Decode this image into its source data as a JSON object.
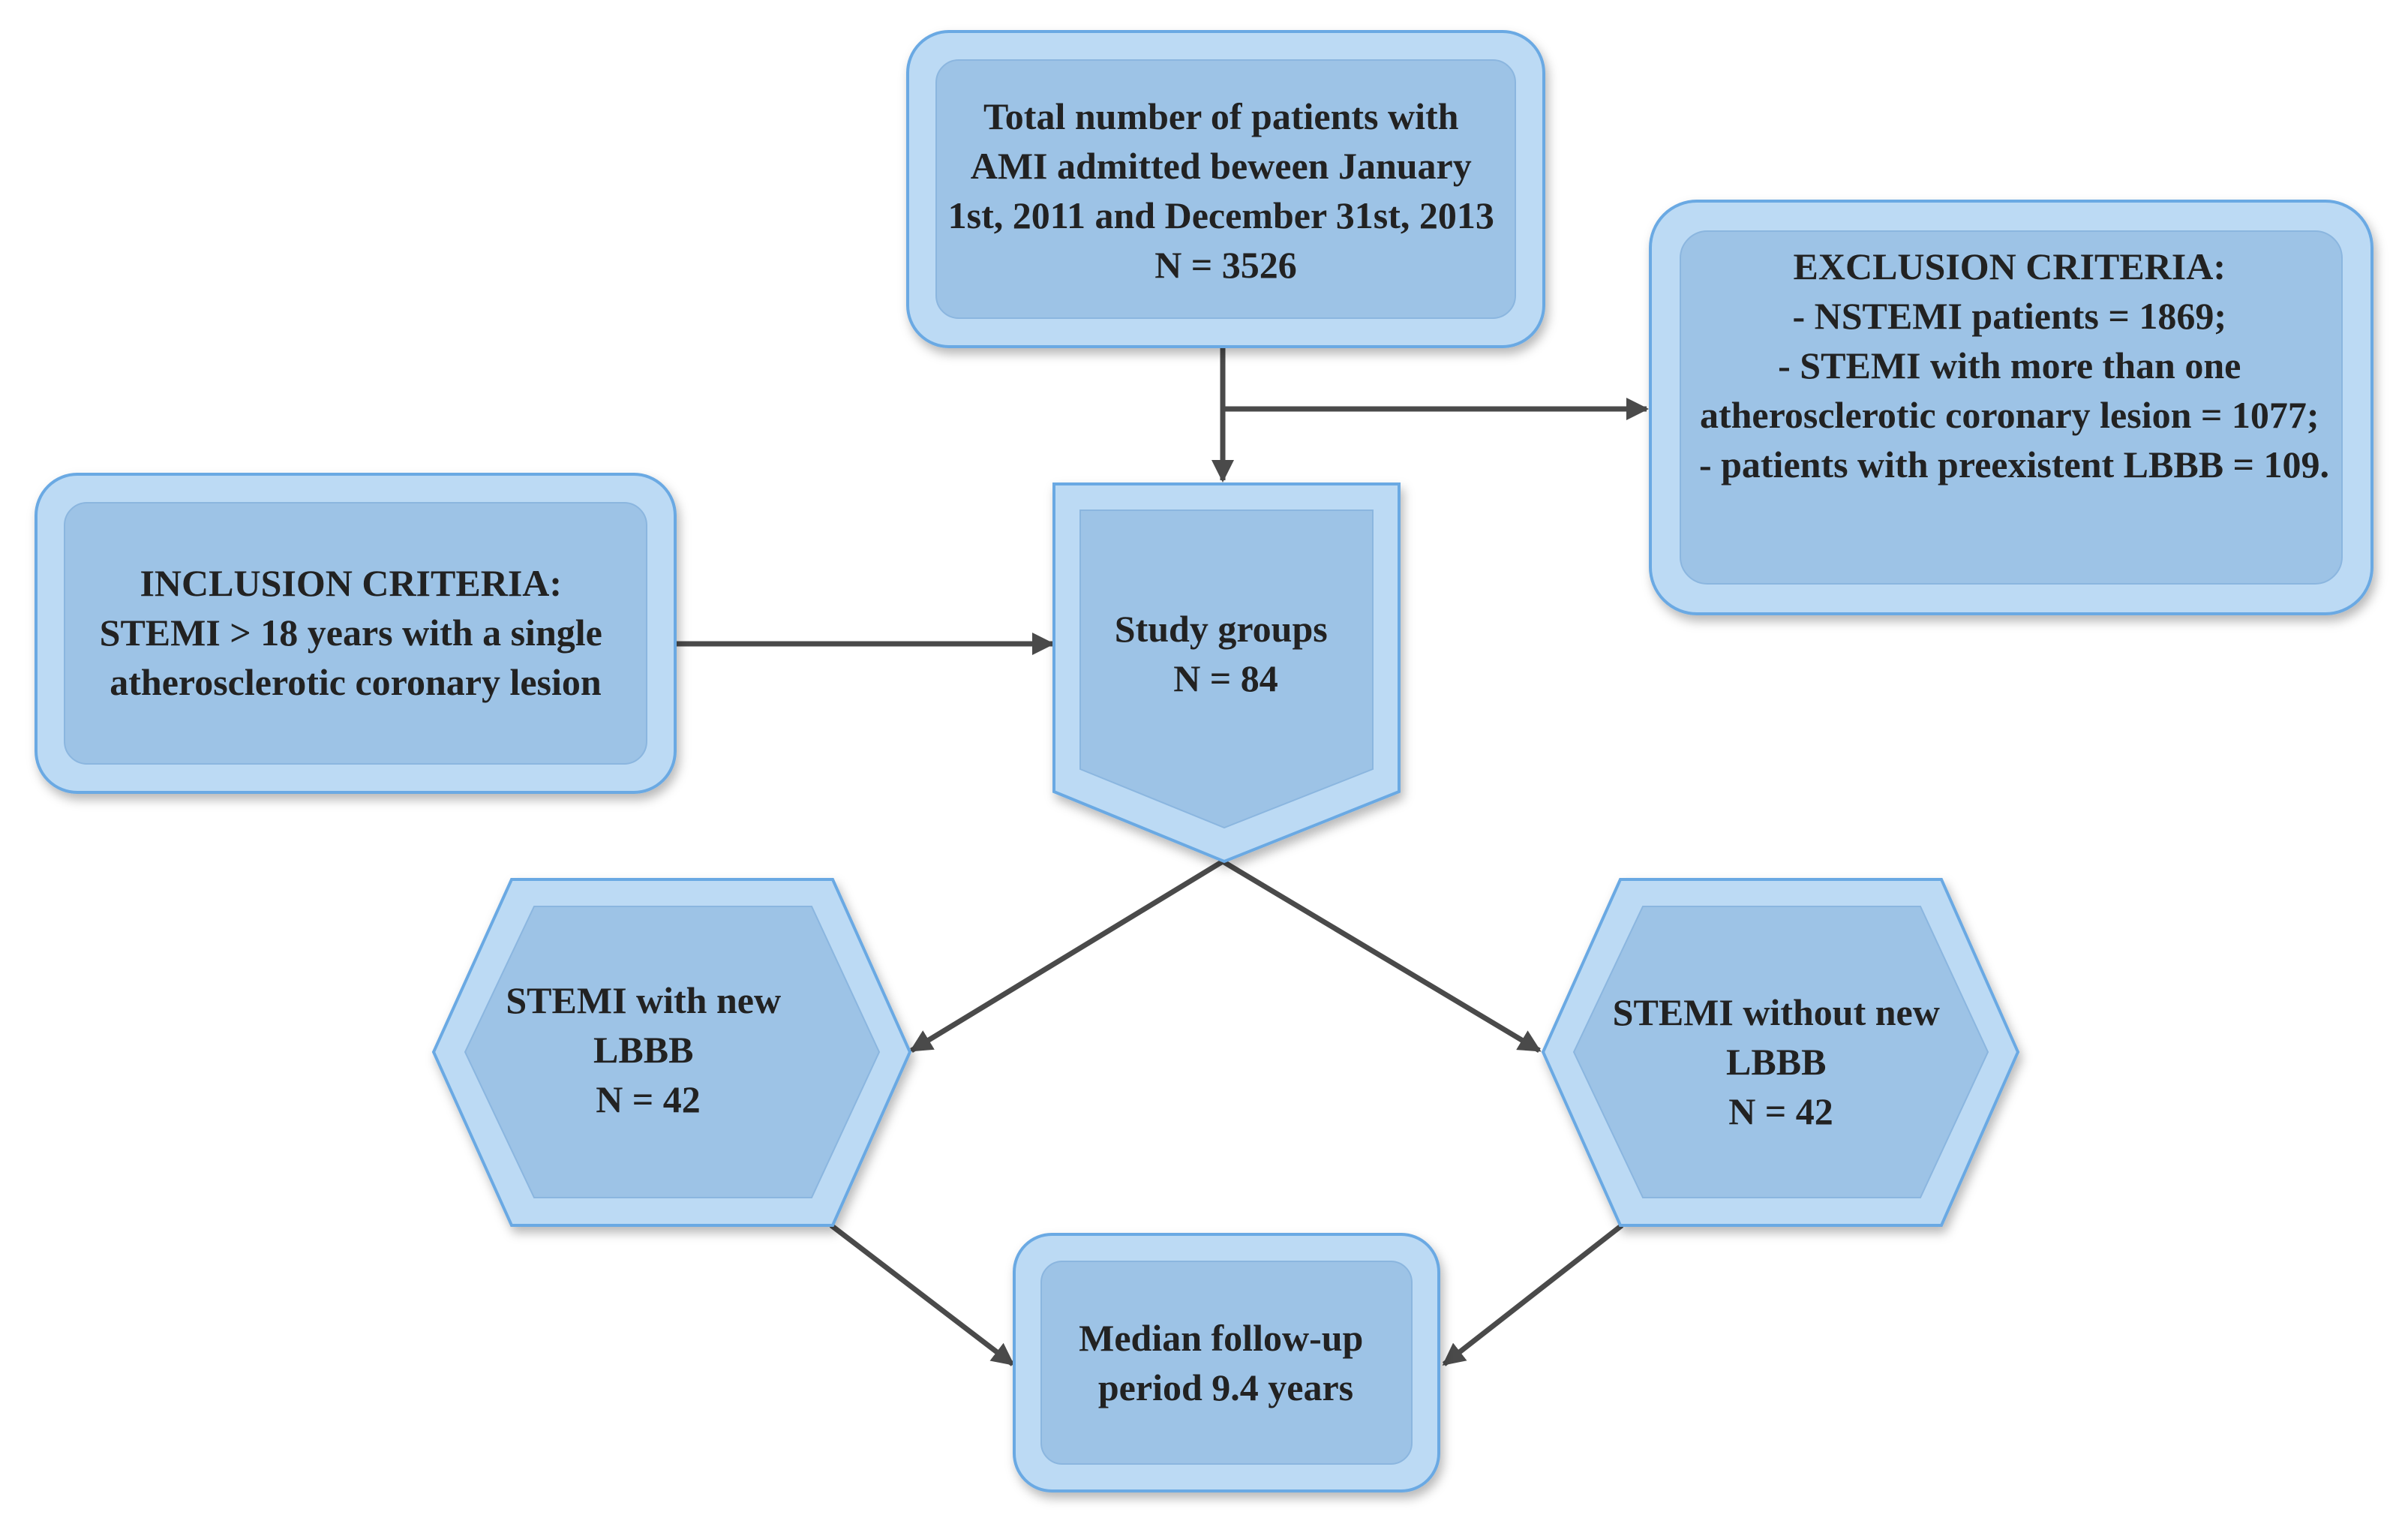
{
  "diagram": {
    "total": {
      "lines": [
        "Total number of patients with",
        "AMI admitted beween January",
        "1st, 2011 and December 31st, 2013",
        "N = 3526"
      ]
    },
    "exclusion": {
      "lines": [
        "EXCLUSION CRITERIA:",
        "-   NSTEMI patients  = 1869;",
        "-   STEMI  with more than one",
        "atherosclerotic coronary lesion = 1077;",
        "-   patients with preexistent LBBB = 109."
      ]
    },
    "inclusion": {
      "lines": [
        "INCLUSION CRITERIA:",
        "STEMI > 18 years  with a single",
        "atherosclerotic coronary lesion"
      ]
    },
    "study": {
      "lines": [
        "Study groups",
        "N = 84"
      ]
    },
    "with_lbbb": {
      "lines": [
        "STEMI with new",
        "LBBB",
        "N = 42"
      ]
    },
    "without_lbbb": {
      "lines": [
        "STEMI without new",
        "LBBB",
        "N = 42"
      ]
    },
    "followup": {
      "lines": [
        "Median follow-up",
        "period 9.4 years"
      ]
    },
    "colors": {
      "fill": "#9dc3e6",
      "fill_light": "#bcdaf4",
      "border": "#6aa9e3",
      "text": "#222222",
      "arrow": "#4a4a4a"
    }
  }
}
